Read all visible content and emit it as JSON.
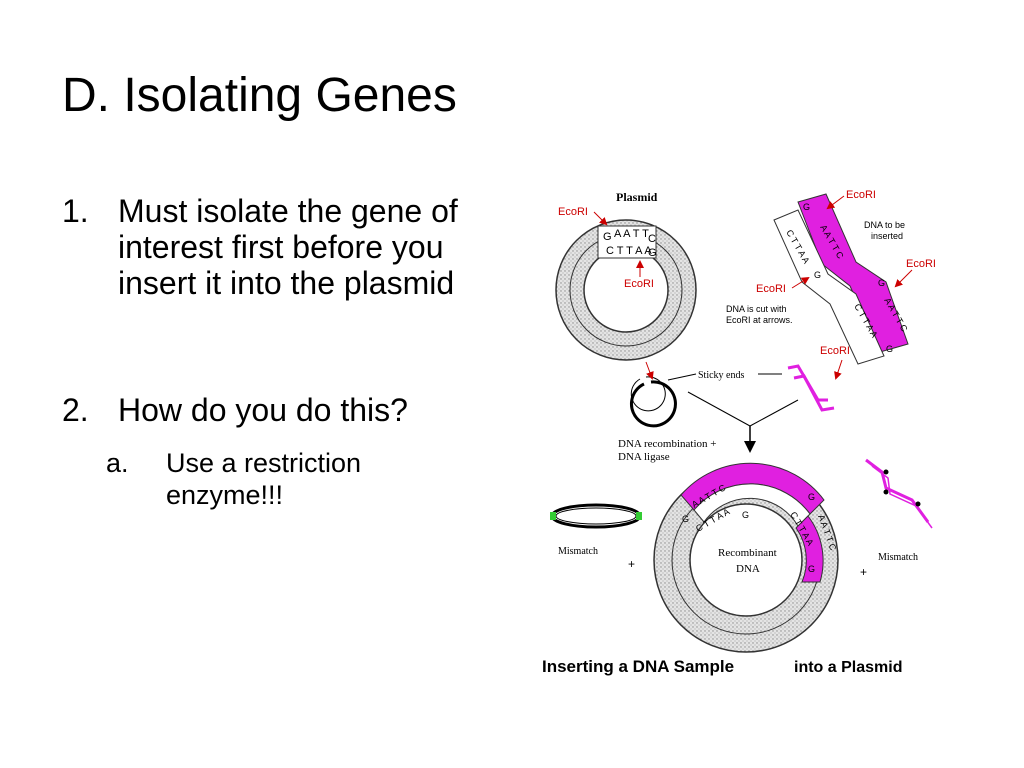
{
  "slide": {
    "title": "D. Isolating Genes",
    "list": [
      {
        "num": "1.",
        "text": "Must isolate the gene of interest first before you insert it into the plasmid"
      },
      {
        "num": "2.",
        "text": "How do you do this?"
      }
    ],
    "sublist": [
      {
        "num": "a.",
        "text": "Use a restriction enzyme!!!"
      }
    ]
  },
  "figure": {
    "caption_part1": "Inserting a DNA Sample",
    "caption_part2": "into a Plasmid",
    "plasmid_label": "Plasmid",
    "ecori": "EcoRI",
    "dna_inserted_line1": "DNA to be",
    "dna_inserted_line2": "inserted",
    "dna_cut_line1": "DNA is cut with",
    "dna_cut_line2": "EcoRI at arrows.",
    "sticky_ends": "Sticky ends",
    "recomb_line1": "DNA recombination +",
    "recomb_line2": "DNA ligase",
    "mismatch": "Mismatch",
    "plus": "+",
    "recombinant_line1": "Recombinant",
    "recombinant_line2": "DNA",
    "colors": {
      "insert": "#e020e0",
      "ring_fill": "#d6d6d6",
      "arrow": "#cc0000",
      "green_end": "#33cc33"
    }
  }
}
